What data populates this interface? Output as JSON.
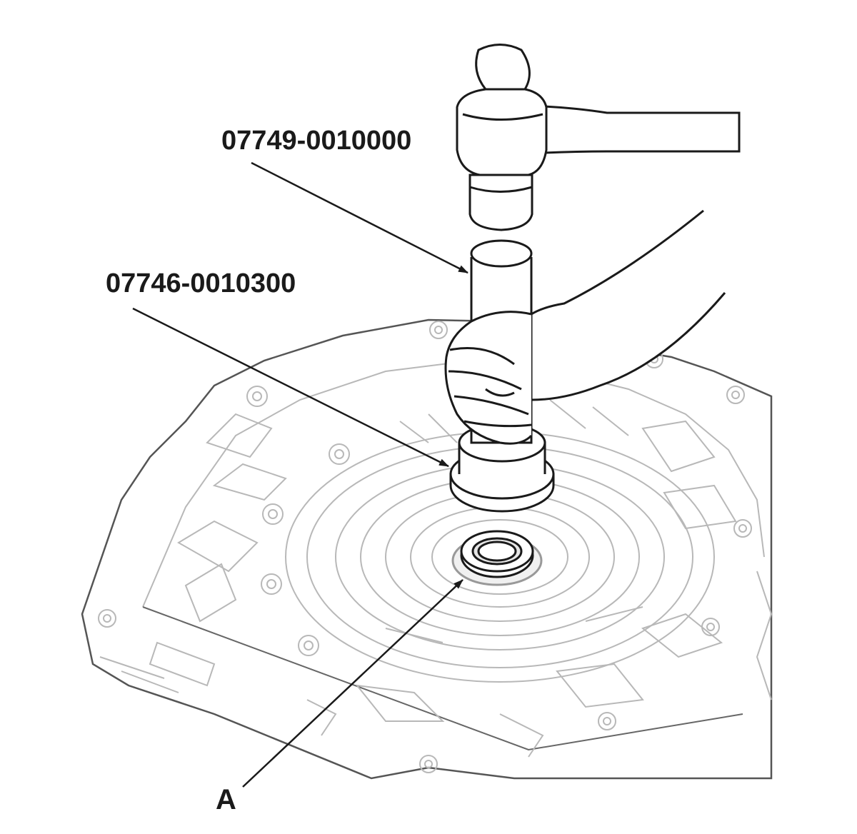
{
  "callouts": {
    "driver_handle": "07749-0010000",
    "attachment": "07746-0010300",
    "seal": "A"
  },
  "colors": {
    "ink": "#1a1a1a",
    "case_line": "#b8b8b8",
    "background": "#ffffff"
  }
}
